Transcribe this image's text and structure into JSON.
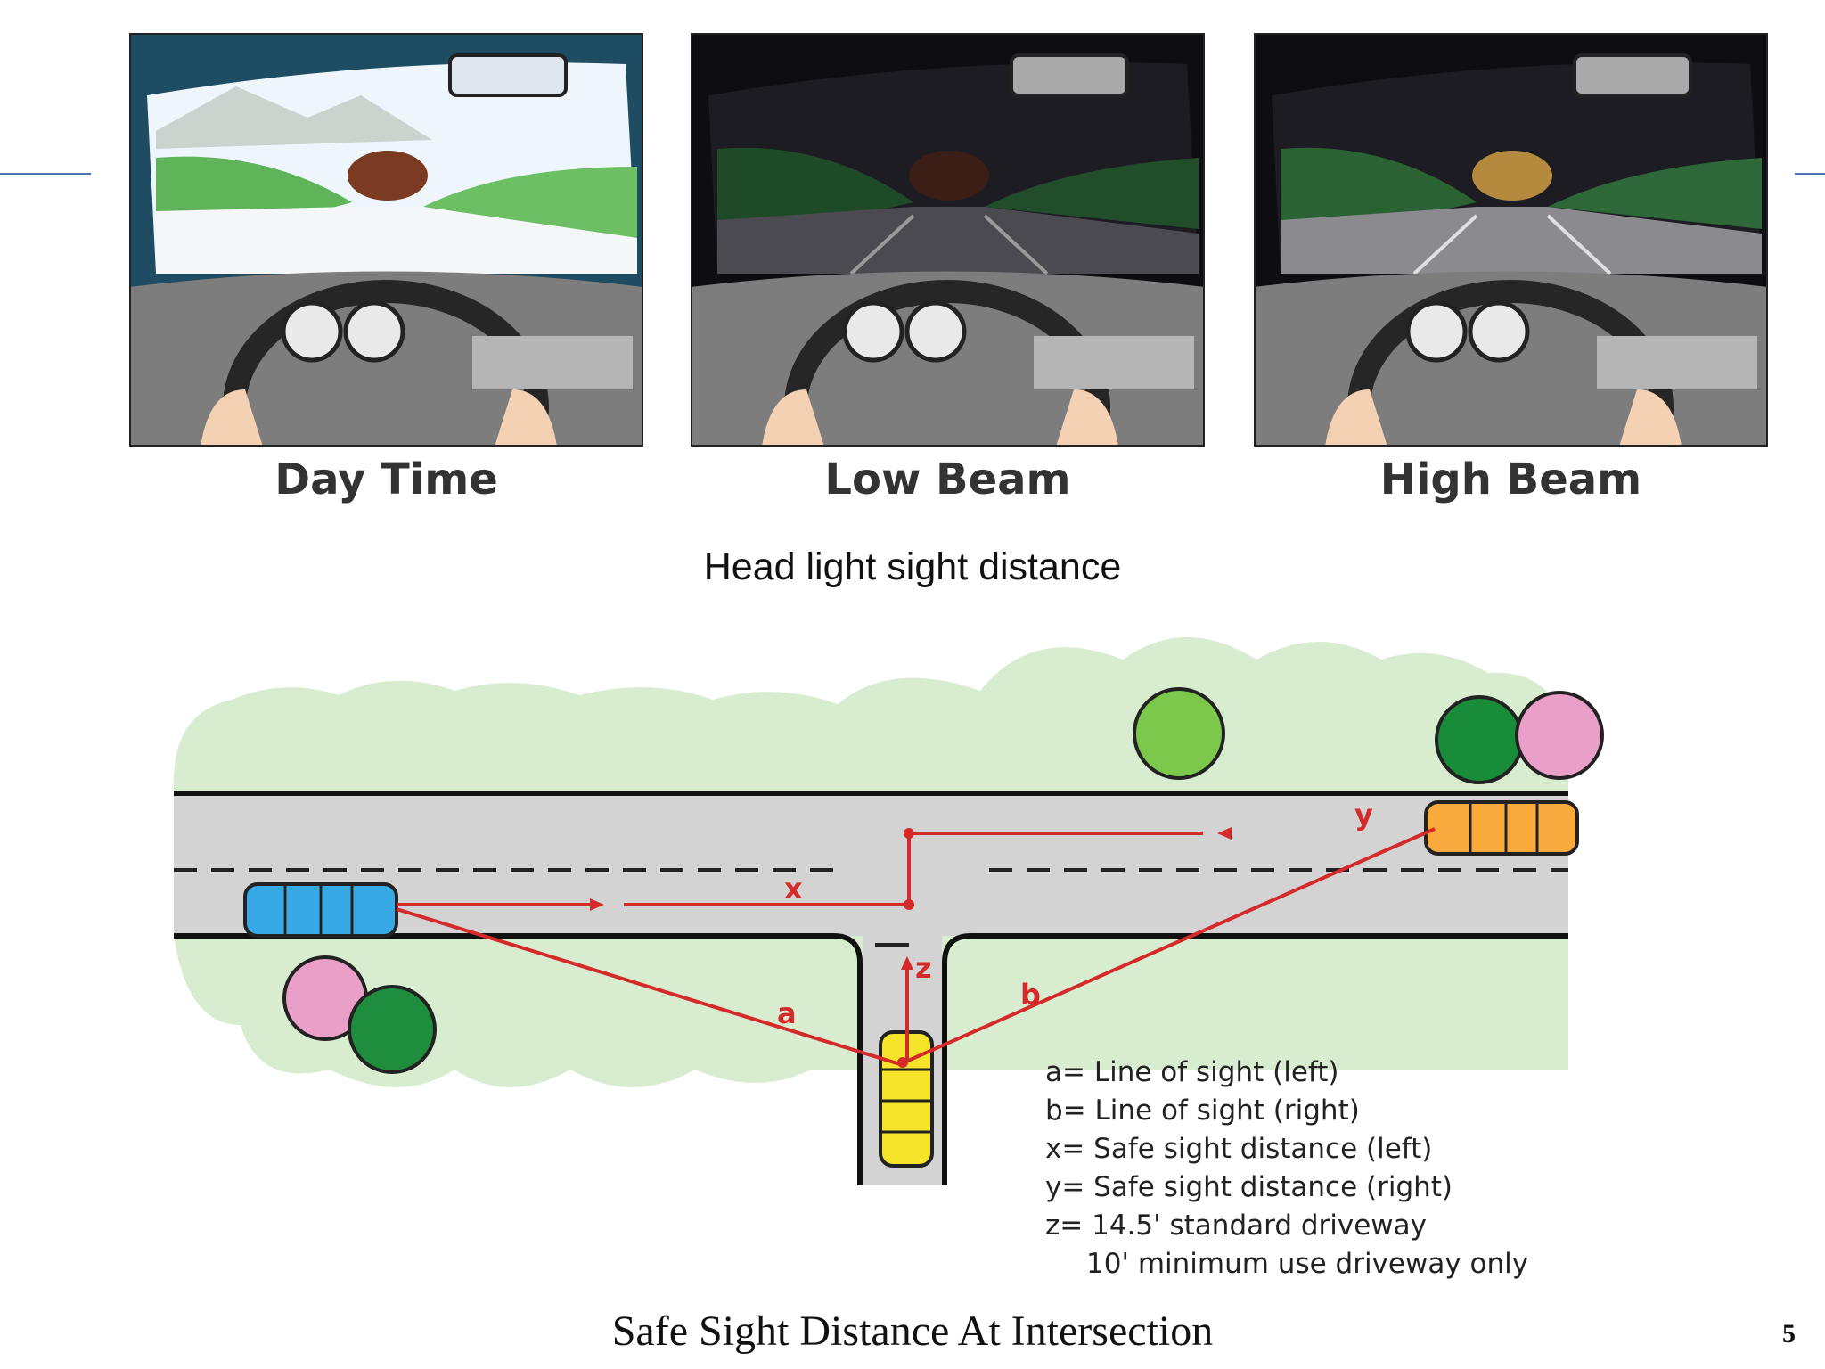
{
  "panels": [
    {
      "label": "Day Time"
    },
    {
      "label": "Low Beam"
    },
    {
      "label": "High Beam"
    }
  ],
  "caption_headlight": "Head light sight distance",
  "diagram_labels": {
    "x": "x",
    "y": "y",
    "z": "z",
    "a": "a",
    "b": "b"
  },
  "legend": [
    "a= Line of sight (left)",
    "b= Line of sight (right)",
    "x= Safe sight distance (left)",
    "y= Safe sight distance (right)",
    "z= 14.5' standard driveway",
    "10' minimum use driveway only"
  ],
  "caption_intersection": "Safe  Sight Distance At Intersection",
  "page_number": "5",
  "colors": {
    "accent_line": "#4a72b8",
    "sight_line": "#d42a2a",
    "road": "#d3d3d3",
    "grass": "#d8ecd0"
  }
}
